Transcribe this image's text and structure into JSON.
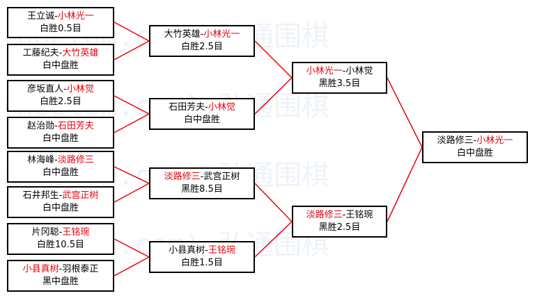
{
  "watermark": "(hoetom.com) 弘通围棋",
  "colors": {
    "winner": "#e8000b",
    "line": "#e8000b",
    "border": "#000000"
  },
  "matches": {
    "r1m1": {
      "p1": "王立诚",
      "sep": "-",
      "p2": "小林光一",
      "winner": "p2",
      "result": "白胜0.5目"
    },
    "r1m2": {
      "p1": "工藤纪夫",
      "sep": "-",
      "p2": "大竹英雄",
      "winner": "p2",
      "result": "白中盘胜"
    },
    "r1m3": {
      "p1": "彦坂直人",
      "sep": "-",
      "p2": "小林觉",
      "winner": "p2",
      "result": "白胜2.5目"
    },
    "r1m4": {
      "p1": "赵治勋",
      "sep": "-",
      "p2": "石田芳夫",
      "winner": "p2",
      "result": "白中盘胜"
    },
    "r1m5": {
      "p1": "林海峰",
      "sep": "-",
      "p2": "淡路修三",
      "winner": "p2",
      "result": "白中盘胜"
    },
    "r1m6": {
      "p1": "石井邦生",
      "sep": "-",
      "p2": "武宫正树",
      "winner": "p2",
      "result": "白中盘胜"
    },
    "r1m7": {
      "p1": "片冈聪",
      "sep": "-",
      "p2": "王铭琬",
      "winner": "p2",
      "result": "白胜10.5目"
    },
    "r1m8": {
      "p1": "小县真树",
      "sep": "-",
      "p2": "羽根泰正",
      "winner": "p1",
      "result": "黑中盘胜"
    },
    "r2m1": {
      "p1": "大竹英雄",
      "sep": "-",
      "p2": "小林光一",
      "winner": "p2",
      "result": "白胜2.5目"
    },
    "r2m2": {
      "p1": "石田芳夫",
      "sep": "-",
      "p2": "小林觉",
      "winner": "p2",
      "result": "白中盘胜"
    },
    "r2m3": {
      "p1": "淡路修三",
      "sep": "-",
      "p2": "武宫正树",
      "winner": "p1",
      "result": "黑胜8.5目"
    },
    "r2m4": {
      "p1": "小县真树",
      "sep": "-",
      "p2": "王铭琬",
      "winner": "p2",
      "result": "白胜1.5目"
    },
    "r3m1": {
      "p1": "小林光一",
      "sep": "-",
      "p2": "小林觉",
      "winner": "p1",
      "result": "黑胜3.5目"
    },
    "r3m2": {
      "p1": "淡路修三",
      "sep": "-",
      "p2": "王铭琬",
      "winner": "p1",
      "result": "黑胜2.5目"
    },
    "final": {
      "p1": "淡路修三",
      "sep": "-",
      "p2": "小林光一",
      "winner": "p2",
      "result": "白中盘胜"
    }
  }
}
